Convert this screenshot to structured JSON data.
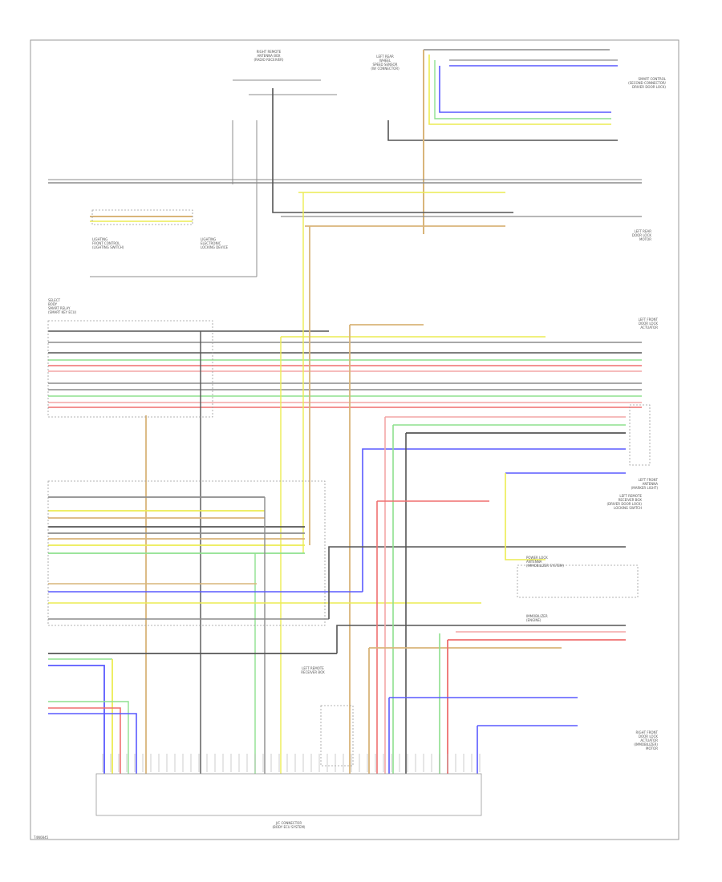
{
  "components": {
    "right_sensor": [
      "RIGHT REMOTE",
      "ANTENNA BOX",
      "(RADIO RECEIVER)"
    ],
    "left_rear_sensor": [
      "LEFT REAR",
      "WHEEL",
      "SPEED SENSOR",
      "(W/ CONNECTOR)"
    ],
    "upper_right_module": [
      "SMART CONTROL",
      "(SECOND CONNECTOR/",
      "DRIVER DOOR LOCK)"
    ],
    "left_front_module": [
      "LEFT FRONT",
      "DOOR LOCK",
      "ACTUATOR"
    ],
    "right_mid_module": [
      "LEFT REAR",
      "DOOR LOCK",
      "MOTOR"
    ],
    "left_upper_component": [
      "LIGHTING",
      "FRONT CONTROL",
      "(LIGHTING SWITCH)"
    ],
    "center_upper_component": [
      "LIGHTING",
      "ELECTRONIC",
      "LOCKING DEVICE"
    ],
    "left_connector": [
      "SELECT",
      "BODY",
      "SMART RELAY",
      "(SMART KEY ECU)"
    ],
    "right_side_module": [
      "LEFT FRONT",
      "ANTENNA",
      "(MARKER LIGHT)"
    ],
    "right_lower_module1": [
      "LEFT REMOTE",
      "RECEIVER BOX",
      "(DRIVER DOOR LOCK)",
      "LOCKING SWITCH"
    ],
    "right_lower_module2": [
      "POWER LOCK",
      "ANTENNA",
      "(IMMOBILIZER SYSTEM)"
    ],
    "right_lower_module3": [
      "IMMOBILIZER",
      "(ENGINE)"
    ],
    "right_bottom_module": [
      "RIGHT FRONT",
      "DOOR LOCK",
      "ACTUATOR",
      "(IMMOBILIZER)",
      "MOTOR"
    ],
    "bottom_center_label": [
      "LEFT REMOTE",
      "RECEIVER BOX"
    ],
    "bottom_connector": [
      "J/C CONNECTOR",
      "(BODY ECU SYSTEM)"
    ]
  },
  "colors": {
    "gray": "#8c8c8c",
    "dark_gray": "#555555",
    "tan": "#d9b57a",
    "yellow": "#ecec52",
    "green": "#8ee08e",
    "red": "#ef6f6f",
    "blue": "#5a5aff",
    "pink": "#f3a6a6",
    "frame": "#9a9a9a"
  },
  "footer": {
    "code": "T4N0845"
  }
}
